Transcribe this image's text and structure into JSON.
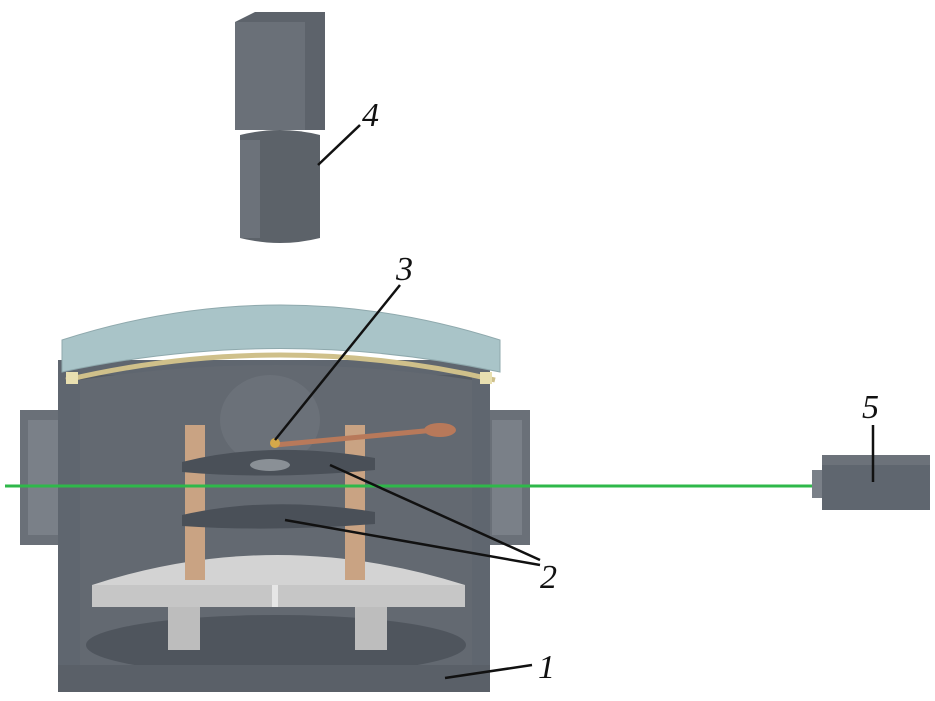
{
  "labels": {
    "chamber": "1",
    "plates": "2",
    "cantilever": "3",
    "camera": "4",
    "sensor": "5"
  },
  "colors": {
    "body": "#5f666f",
    "body_dark": "#4f555d",
    "lid": "#a9c4c8",
    "beam": "#2fb84a",
    "post": "#c9a383",
    "platform": "#cfcfcf"
  }
}
